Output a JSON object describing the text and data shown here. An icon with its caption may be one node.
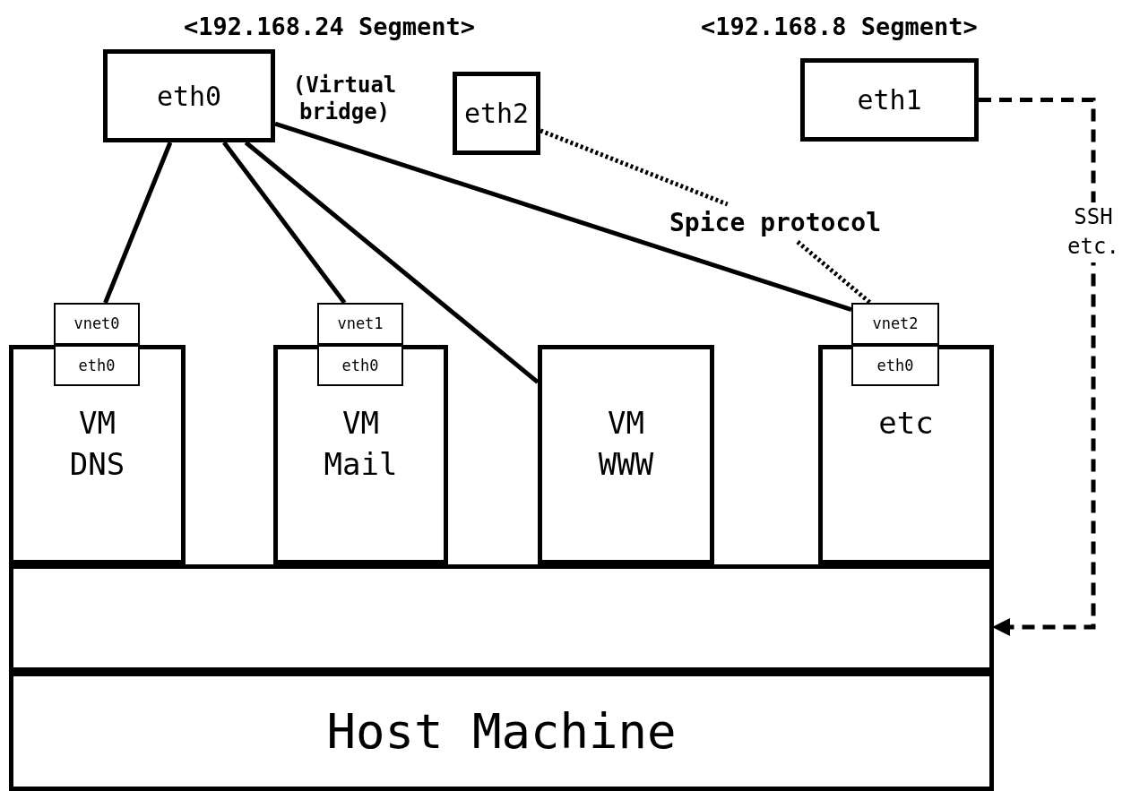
{
  "diagram": {
    "nodes": [
      {
        "text": [
          "eth0"
        ],
        "beside": [
          "(Virtual bridge)"
        ]
      },
      {
        "text": [
          "eth2"
        ]
      },
      {
        "text": [
          "eth1"
        ]
      },
      {
        "text": [
          "vnet0"
        ]
      },
      {
        "text": [
          "eth0"
        ],
        "in": 5
      },
      {
        "text": [
          "VM DNS"
        ]
      },
      {
        "text": [
          "vnet1"
        ]
      },
      {
        "text": [
          "eth0"
        ],
        "in": 8
      },
      {
        "text": [
          "VM Mail"
        ]
      },
      {
        "text": [
          "VM WWW"
        ]
      },
      {
        "text": [
          "vnet2"
        ]
      },
      {
        "text": [
          "eth0"
        ],
        "in": 12
      },
      {
        "text": [
          "etc"
        ]
      },
      {
        "text": [],
        "shape": "box"
      },
      {
        "text": [
          "Host Machine"
        ]
      },
      {
        "text": [
          "Spice protocol"
        ]
      }
    ],
    "edges": [
      {
        "from": 0,
        "to": 3,
        "arrow": "none"
      },
      {
        "from": 0,
        "to": 6,
        "arrow": "none"
      },
      {
        "from": 0,
        "to": 9,
        "arrow": "none"
      },
      {
        "from": 0,
        "to": 10,
        "arrow": "none"
      },
      {
        "from": 1,
        "to": 15,
        "arrow": "none",
        "style": "dashed"
      },
      {
        "from": 15,
        "to": 10,
        "arrow": "none",
        "style": "dashed"
      },
      {
        "from": 2,
        "to": 13,
        "arrow": "to",
        "style": "dashed",
        "label": "SSH etc."
      }
    ],
    "labels": [
      "<192.168.24 Segment>",
      "<192.168.8 Segment>"
    ]
  }
}
